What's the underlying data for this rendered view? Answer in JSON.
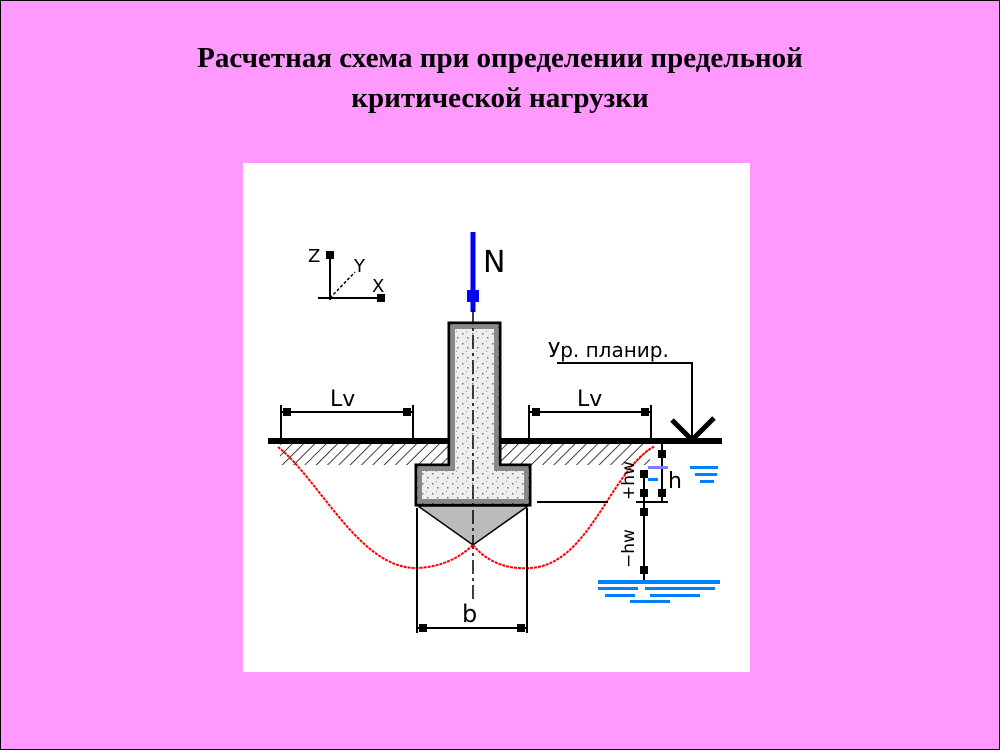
{
  "slide": {
    "title_line1": "Расчетная схема при определении предельной",
    "title_line2": "критической нагрузки"
  },
  "diagram": {
    "axes": {
      "z": "Z",
      "y": "Y",
      "x": "X"
    },
    "load_label": "N",
    "grade_label": "Ур. планир.",
    "lv_left": "Lv",
    "lv_right": "Lv",
    "width_label": "b",
    "h_label": "h",
    "hw_plus": "+hw",
    "hw_minus": "−hw",
    "colors": {
      "load": "#0000ff",
      "curve": "#ff0000",
      "water": "#0080ff",
      "background": "#ff99ff"
    }
  }
}
